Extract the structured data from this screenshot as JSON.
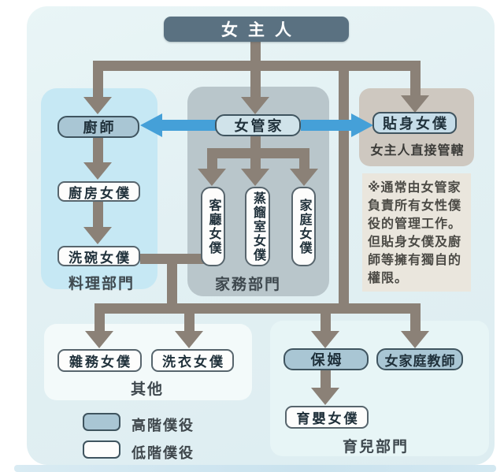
{
  "nodes": {
    "root": "女主人",
    "cook": "廚師",
    "housekeeper": "女管家",
    "ladys_maid": "貼身女僕",
    "ladys_maid_caption": "女主人直接管轄",
    "kitchen_maid": "廚房女僕",
    "scullery_maid": "洗碗女僕",
    "parlour_maid": "客廳女僕",
    "stillroom_maid": "蒸餾室女僕",
    "house_maid": "家庭女僕",
    "odd_job_maid": "雜務女僕",
    "laundry_maid": "洗衣女僕",
    "nanny": "保姆",
    "governess": "女家庭教師",
    "nursery_maid": "育嬰女僕"
  },
  "sections": {
    "cooking": "料理部門",
    "housework": "家務部門",
    "others": "其他",
    "childcare": "育兒部門"
  },
  "note": {
    "lines": [
      "※通常由女管家",
      "負責所有女性僕",
      "役的管理工作。",
      "但貼身女僕及廚",
      "師等擁有獨自的",
      "權限。"
    ]
  },
  "legend": {
    "high": "高階僕役",
    "low": "低階僕役"
  },
  "colors": {
    "high_rank_fill": "#a9c6d4",
    "low_rank_fill": "#fdfdfc",
    "root_fill": "#5a7181",
    "arrow_gray": "#8b8177",
    "arrow_blue": "#45a0d8",
    "cooking_panel": "#c6e8f4",
    "housework_panel": "#b9c6cb",
    "ladys_maid_panel": "#cec8c0",
    "note_box": "#eae6dd",
    "others_panel": "#f3fafa",
    "childcare_panel": "#e7f5f6"
  }
}
